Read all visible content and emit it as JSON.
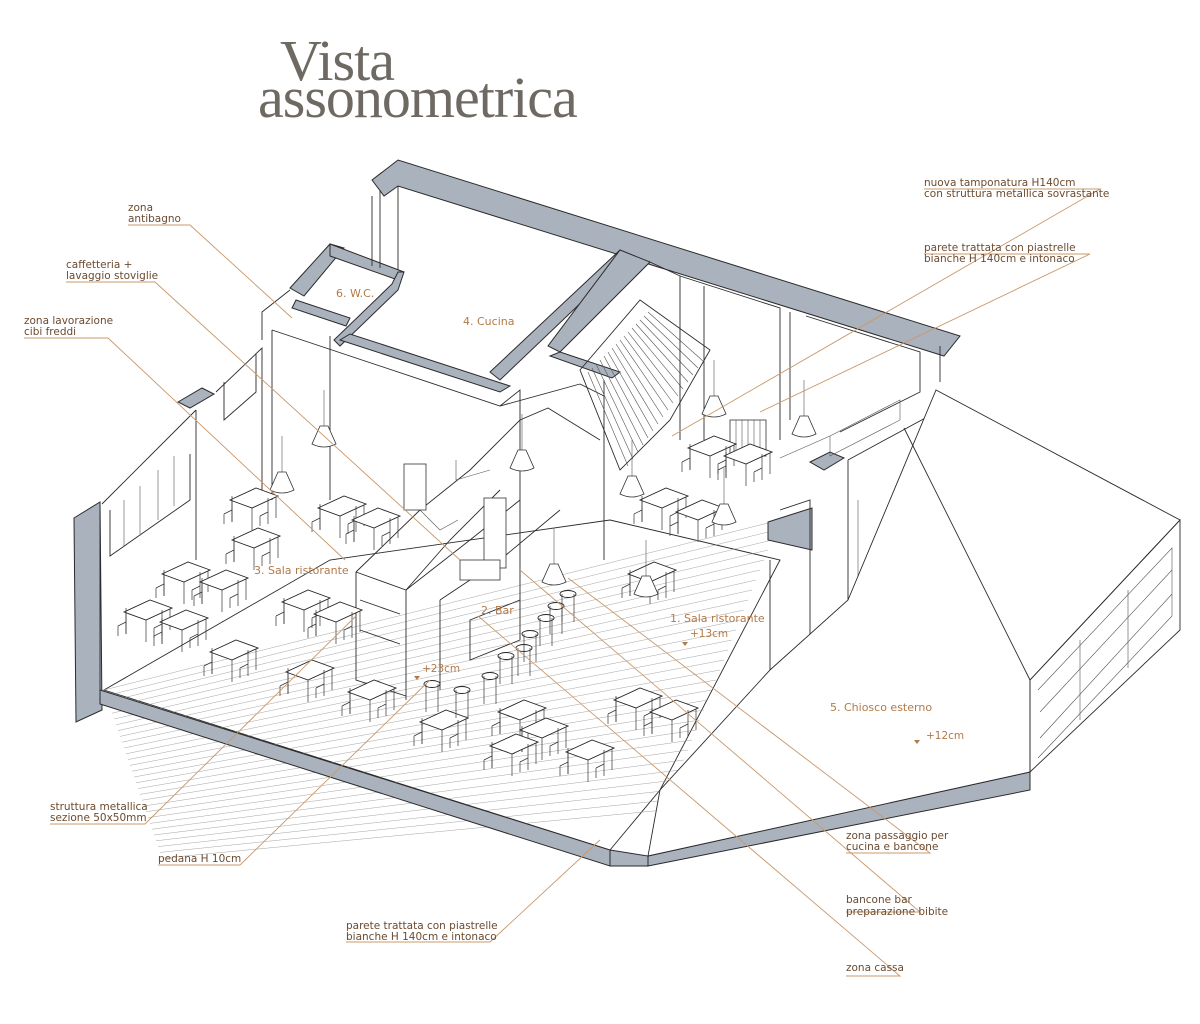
{
  "title": {
    "line1": "Vista",
    "line2": "assonometrica"
  },
  "rooms": {
    "wc": "6. W.C.",
    "cucina": "4. Cucina",
    "sala3": "3. Sala ristorante",
    "bar": "2. Bar",
    "sala1": "1. Sala ristorante",
    "chiosco": "5. Chiosco esterno"
  },
  "levels": {
    "sala1": "+13cm",
    "bar": "+23cm",
    "chiosco": "+12cm"
  },
  "annotations": {
    "antibagno": [
      "zona",
      "antibagno"
    ],
    "caffetteria": [
      "caffetteria +",
      "lavaggio stoviglie"
    ],
    "lavorazione": [
      "zona lavorazione",
      "cibi freddi"
    ],
    "struttura": [
      "struttura metallica",
      "sezione 50x50mm"
    ],
    "pedana": [
      "pedana H 10cm"
    ],
    "parete_bottom": [
      "parete trattata con piastrelle",
      "bianche H 140cm e intonaco"
    ],
    "tamponatura": [
      "nuova tamponatura H140cm",
      "con struttura metallica sovrastante"
    ],
    "parete_top": [
      "parete trattata con piastrelle",
      "bianche H 140cm e intonaco"
    ],
    "passaggio": [
      "zona passaggio per",
      "cucina e bancone"
    ],
    "bancone": [
      "bancone bar",
      "preparazione bibite"
    ],
    "cassa": [
      "zona cassa"
    ]
  },
  "colors": {
    "wall_section": "#aab3bd",
    "leader": "#c9986b",
    "room_label": "#b27a48",
    "title": "#6e6a63"
  }
}
